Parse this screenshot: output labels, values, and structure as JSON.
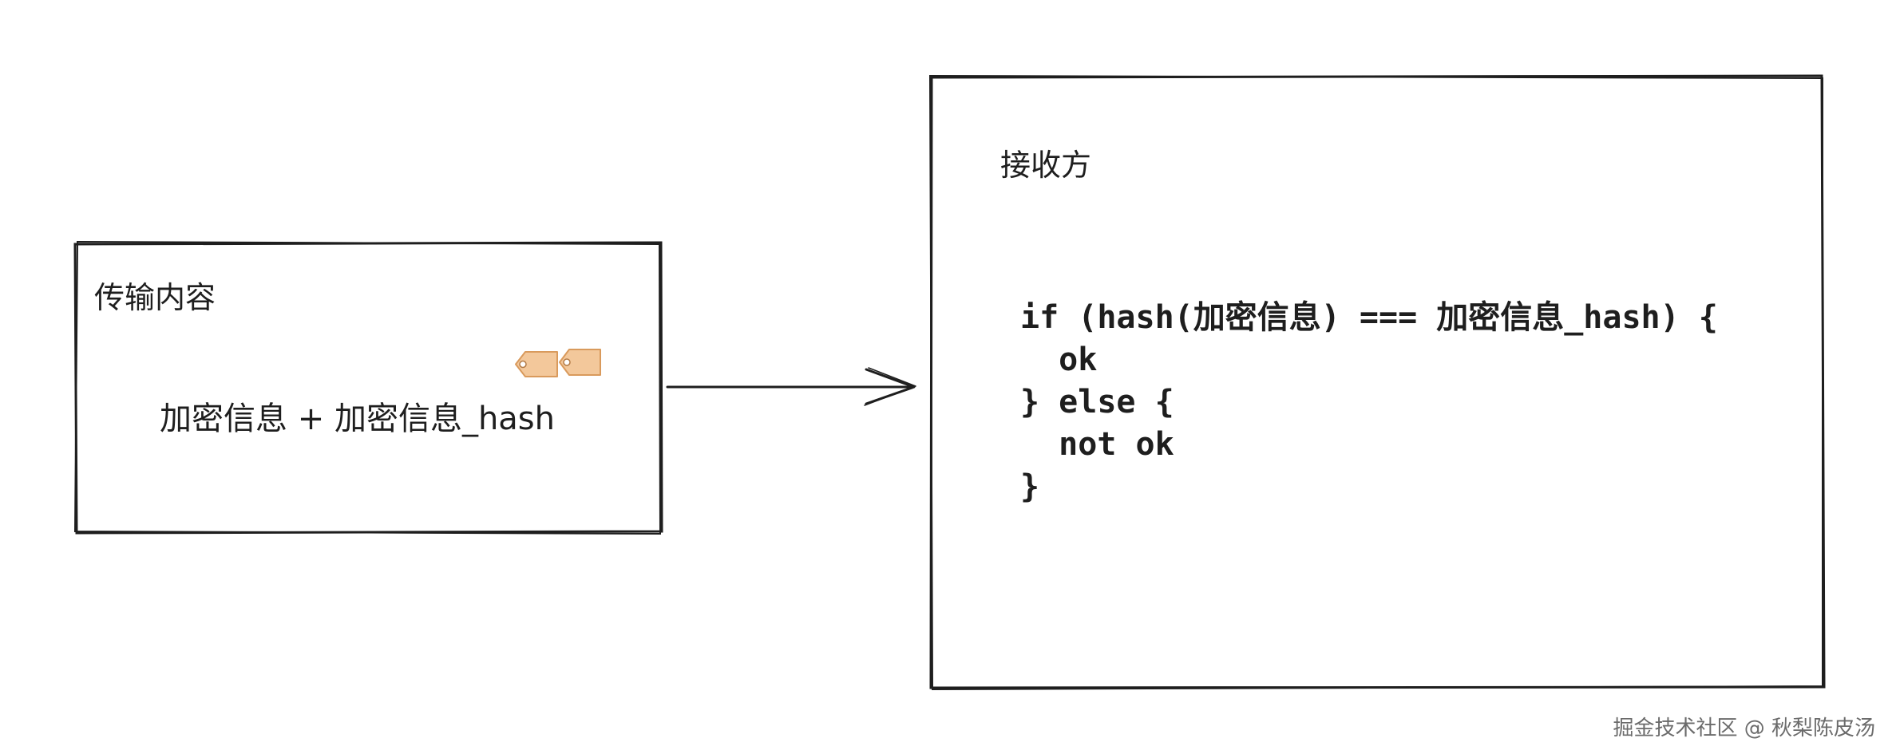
{
  "sender_box": {
    "title": "传输内容",
    "payload": "加密信息 + 加密信息_hash",
    "tag_icon": "price-tags-icon"
  },
  "receiver_box": {
    "title": "接收方",
    "code_lines": [
      "if (hash(加密信息) === 加密信息_hash) {",
      "  ok",
      "} else {",
      "  not ok",
      "}"
    ]
  },
  "arrow": {
    "direction": "right"
  },
  "watermark": "掘金技术社区 @ 秋梨陈皮汤",
  "colors": {
    "stroke": "#1e1e1e",
    "tag_fill": "#f3c89b",
    "tag_stroke": "#d99a5c",
    "watermark": "#6b6b6b"
  }
}
